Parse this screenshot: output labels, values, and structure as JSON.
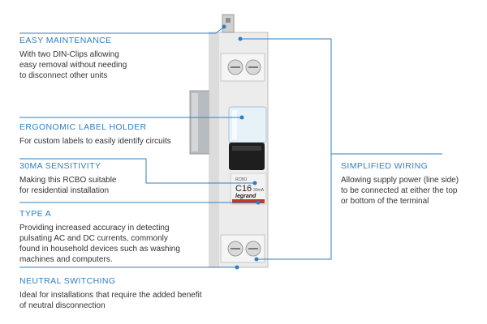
{
  "colors": {
    "accent": "#2f7fc1",
    "text": "#333333",
    "line": "#2f7fc1"
  },
  "features": {
    "easy_maintenance": {
      "title": "EASY MAINTENANCE",
      "lines": [
        "With two DIN-Clips allowing",
        "easy removal without needing",
        "to disconnect other units"
      ]
    },
    "label_holder": {
      "title": "ERGONOMIC LABEL HOLDER",
      "lines": [
        "For custom labels to easily identify circuits"
      ]
    },
    "sensitivity": {
      "title": "30mA SENSITIVITY",
      "lines": [
        "Making this RCBO suitable",
        "for residential installation"
      ]
    },
    "type_a": {
      "title": "TYPE A",
      "lines": [
        "Providing increased accuracy in detecting",
        "pulsating AC and DC currents, commonly",
        "found in household devices such as washing",
        "machines and computers."
      ]
    },
    "neutral": {
      "title": "NEUTRAL SWITCHING",
      "lines": [
        "Ideal for installations that require the added benefit",
        "of neutral disconnection"
      ]
    },
    "wiring": {
      "title": "SIMPLIFIED WIRING",
      "lines": [
        "Allowing supply power (line side)",
        "to be connected at either the top",
        "or bottom of the terminal"
      ]
    }
  },
  "device": {
    "rating": "C16",
    "brand": "legrand",
    "sensitivity_label": "30mA",
    "small_top": "RCBO"
  }
}
